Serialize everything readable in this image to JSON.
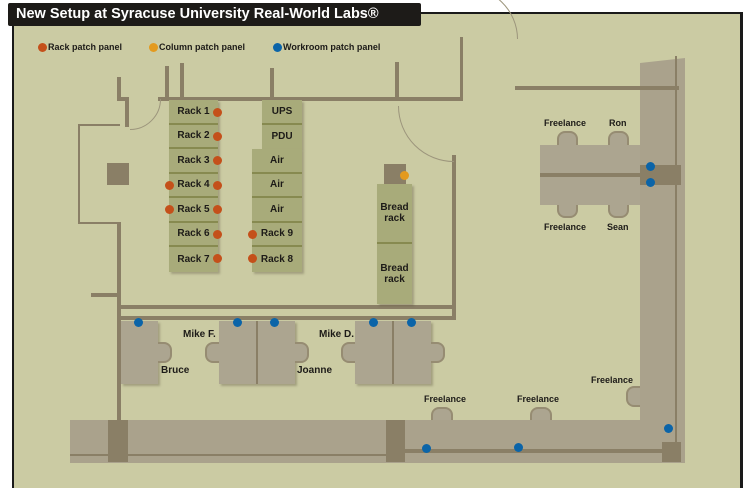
{
  "title": "New Setup at Syracuse University Real-World Labs®",
  "legend": [
    {
      "label": "Rack patch panel",
      "color": "#c4501a"
    },
    {
      "label": "Column patch panel",
      "color": "#e39a1e"
    },
    {
      "label": "Workroom patch panel",
      "color": "#0b64a8"
    }
  ],
  "racks_col1": [
    "Rack 1",
    "Rack 2",
    "Rack 3",
    "Rack 4",
    "Rack 5",
    "Rack 6",
    "Rack 7"
  ],
  "racks_col2_top": [
    "UPS",
    "PDU"
  ],
  "racks_col2": [
    "Air",
    "Air",
    "Air",
    "Rack 9",
    "Rack 8"
  ],
  "bread_racks": [
    "Bread rack",
    "Bread rack"
  ],
  "people": {
    "bruce": "Bruce",
    "mike_f": "Mike F.",
    "joanne": "Joanne",
    "mike_d": "Mike D.",
    "freelance_top": "Freelance",
    "ron": "Ron",
    "freelance_mid": "Freelance",
    "sean": "Sean",
    "freelance_right": "Freelance",
    "freelance_b1": "Freelance",
    "freelance_b2": "Freelance"
  }
}
